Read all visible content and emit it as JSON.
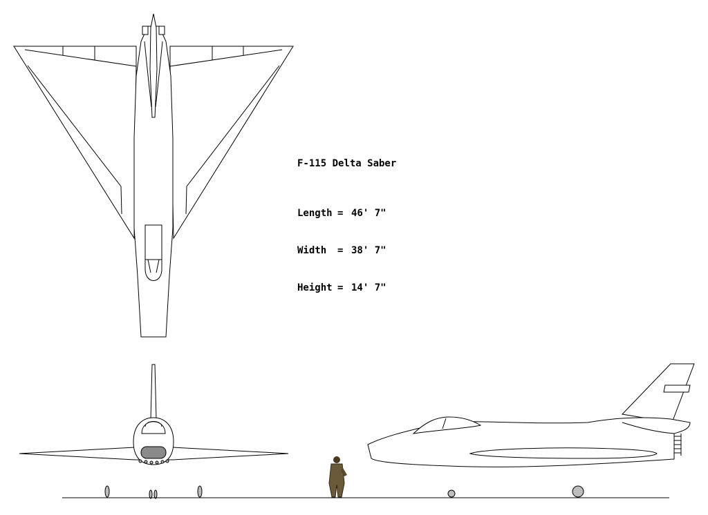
{
  "title": "F-115 Delta Saber",
  "specs": [
    {
      "label": "Length",
      "value": "46' 7\""
    },
    {
      "label": "Width",
      "value": "38' 7\""
    },
    {
      "label": "Height",
      "value": "14' 7\""
    }
  ],
  "colors": {
    "line": "#000000",
    "fill": "#ffffff",
    "wheel": "#bcbcbc",
    "canopy_front": "#8a8a8a",
    "pilot": "#6b5a3a"
  }
}
